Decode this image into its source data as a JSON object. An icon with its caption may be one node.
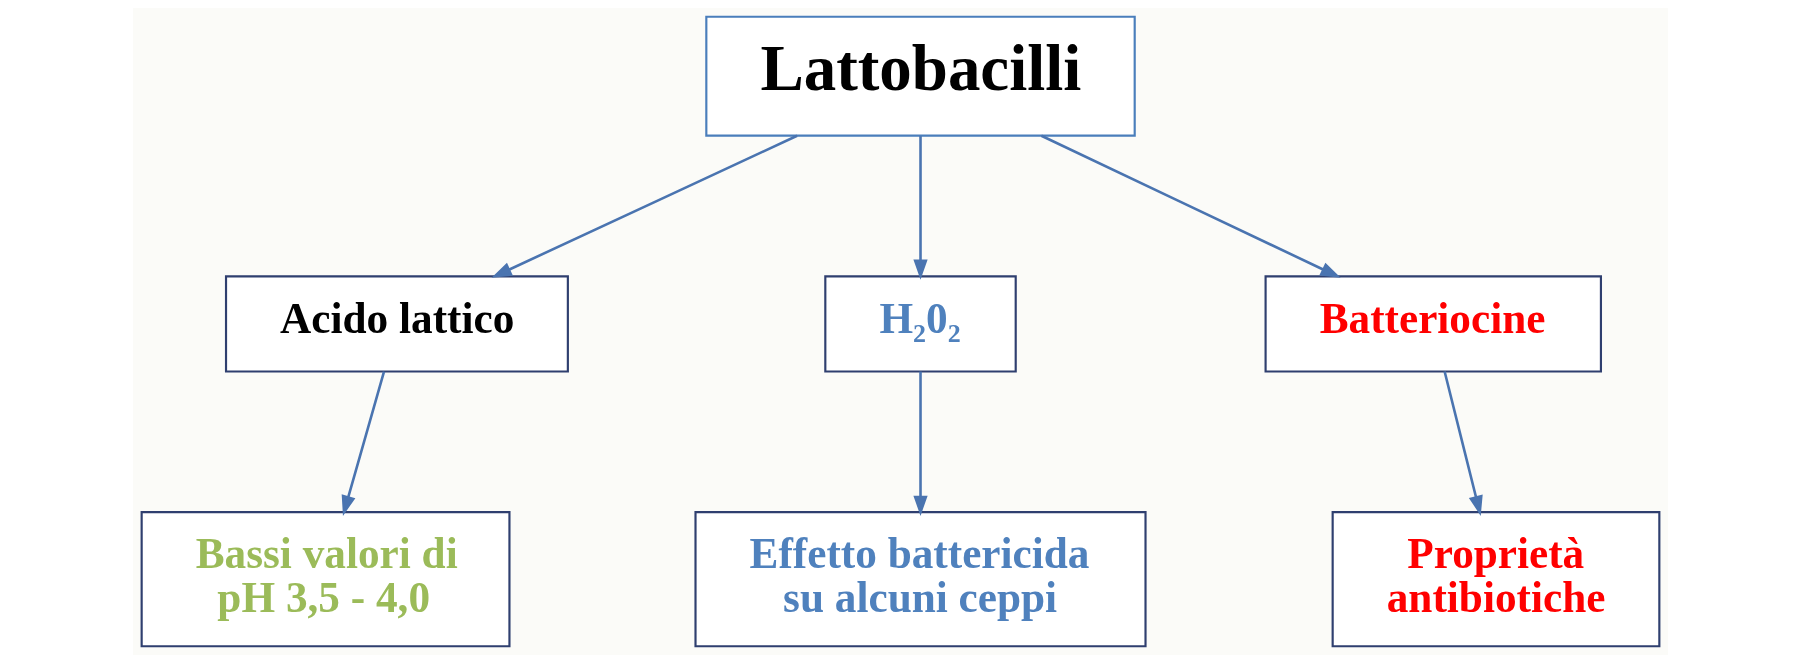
{
  "diagram": {
    "nodes": [
      {
        "text": [
          "Lattobacilli"
        ]
      },
      {
        "text": [
          "Acido lattico"
        ]
      },
      {
        "text": [
          "H₂0₂"
        ]
      },
      {
        "text": [
          "Batteriocine"
        ]
      },
      {
        "text": [
          "Bassi valori di pH 3,5 - 4,0"
        ]
      },
      {
        "text": [
          "Effetto battericida su alcuni ceppi"
        ]
      },
      {
        "text": [
          "Proprietà antibiotiche"
        ]
      }
    ],
    "edges": [
      {
        "from": 0,
        "to": 1,
        "arrow": "to"
      },
      {
        "from": 0,
        "to": 2,
        "arrow": "to"
      },
      {
        "from": 0,
        "to": 3,
        "arrow": "to"
      },
      {
        "from": 1,
        "to": 4,
        "arrow": "to"
      },
      {
        "from": 2,
        "to": 5,
        "arrow": "to"
      },
      {
        "from": 3,
        "to": 6,
        "arrow": "to"
      }
    ]
  }
}
